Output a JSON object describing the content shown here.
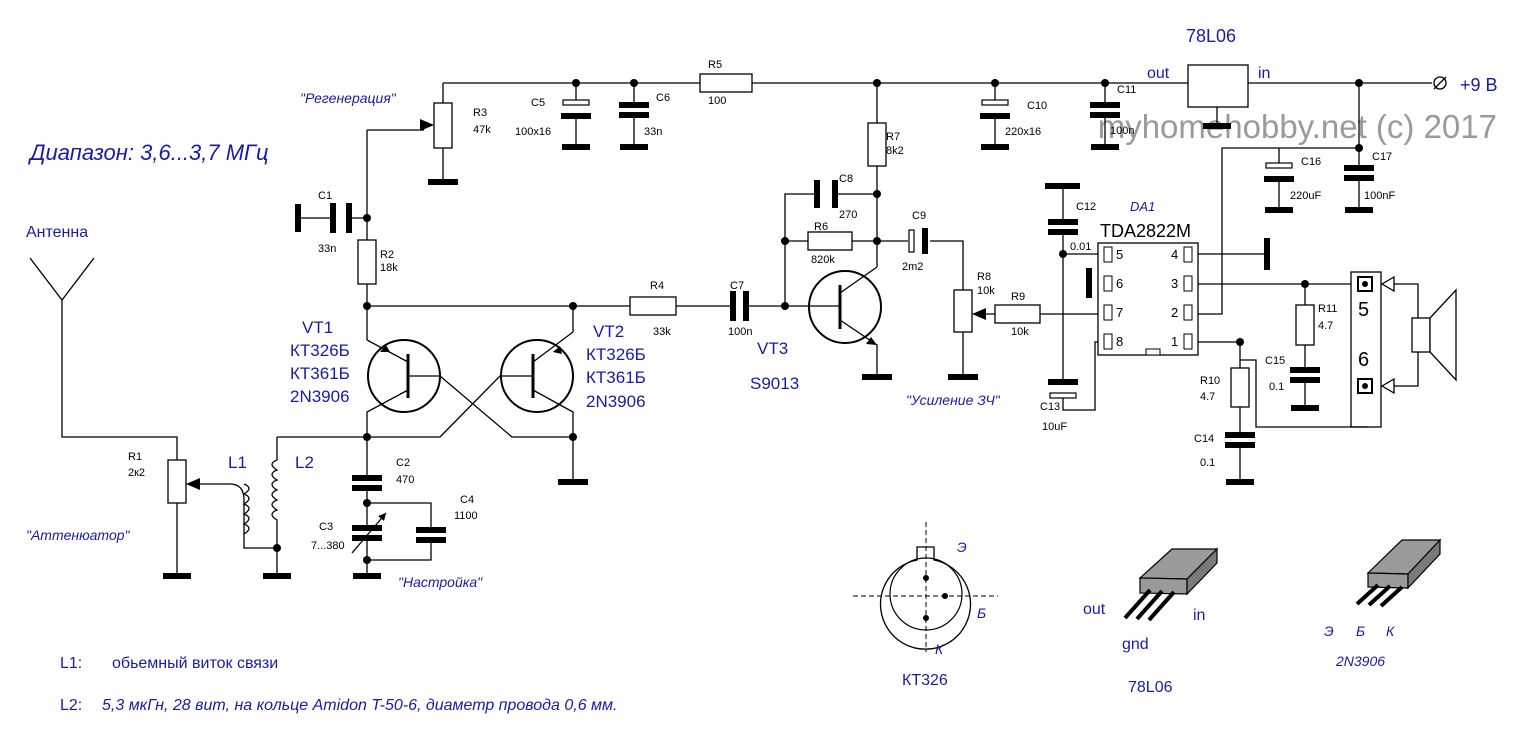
{
  "header": {
    "range": "Диапазон: 3,6...3,7 МГц",
    "watermark": "myhomehobby.net (c) 2017"
  },
  "labels": {
    "antenna": "Антенна",
    "attenuator": "\"Аттенюатор\"",
    "regeneration": "\"Регенерация\"",
    "tuning": "\"Настройка\"",
    "gain": "\"Усиление ЗЧ\"",
    "out": "out",
    "in": "in",
    "vcc": "+9 В",
    "reg_name": "78L06"
  },
  "transistors": {
    "vt1": [
      "VT1",
      "КТ326Б",
      "КТ361Б",
      "2N3906"
    ],
    "vt2": [
      "VT2",
      "КТ326Б",
      "КТ361Б",
      "2N3906"
    ],
    "vt3": [
      "VT3",
      "S9013"
    ]
  },
  "ic": {
    "ref": "DA1",
    "name": "TDA2822M",
    "pins": [
      "5",
      "6",
      "7",
      "8",
      "4",
      "3",
      "2",
      "1"
    ]
  },
  "speaker": {
    "pins": [
      "5",
      "6"
    ]
  },
  "components": {
    "R1": [
      "R1",
      "2к2"
    ],
    "R2": [
      "R2",
      "18k"
    ],
    "R3": [
      "R3",
      "47k"
    ],
    "R4": [
      "R4",
      "33k"
    ],
    "R5": [
      "R5",
      "100"
    ],
    "R6": [
      "R6",
      "820k"
    ],
    "R7": [
      "R7",
      "8k2"
    ],
    "R8": [
      "R8",
      "10k"
    ],
    "R9": [
      "R9",
      "10k"
    ],
    "R10": [
      "R10",
      "4.7"
    ],
    "R11": [
      "R11",
      "4.7"
    ],
    "C1": [
      "C1",
      "33n"
    ],
    "C2": [
      "C2",
      "470"
    ],
    "C3": [
      "C3",
      "7...380"
    ],
    "C4": [
      "C4",
      "1100"
    ],
    "C5": [
      "C5",
      "100x16"
    ],
    "C6": [
      "C6",
      "33n"
    ],
    "C7": [
      "C7",
      "100n"
    ],
    "C8": [
      "C8",
      "270"
    ],
    "C9": [
      "C9",
      "2m2"
    ],
    "C10": [
      "C10",
      "220x16"
    ],
    "C11": [
      "C11",
      "100n"
    ],
    "C12": [
      "C12",
      "0.01"
    ],
    "C13": [
      "C13",
      "10uF"
    ],
    "C14": [
      "C14",
      "0.1"
    ],
    "C15": [
      "C15",
      "0.1"
    ],
    "C16": [
      "C16",
      "220uF"
    ],
    "C17": [
      "C17",
      "100nF"
    ]
  },
  "inductors": {
    "L1": "L1",
    "L2": "L2"
  },
  "pinouts": {
    "kt326": {
      "e": "Э",
      "b": "Б",
      "k": "К",
      "name": "КТ326"
    },
    "reg": {
      "out": "out",
      "in": "in",
      "gnd": "gnd",
      "name": "78L06"
    },
    "n2n3906": {
      "e": "Э",
      "b": "Б",
      "k": "К",
      "name": "2N3906"
    }
  },
  "notes": {
    "l1_key": "L1:",
    "l1_text": "обьемный виток связи",
    "l2_key": "L2:",
    "l2_text": "5,3 мкГн, 28 вит,  на кольце Amidon T-50-6, диаметр провода 0,6 мм."
  }
}
